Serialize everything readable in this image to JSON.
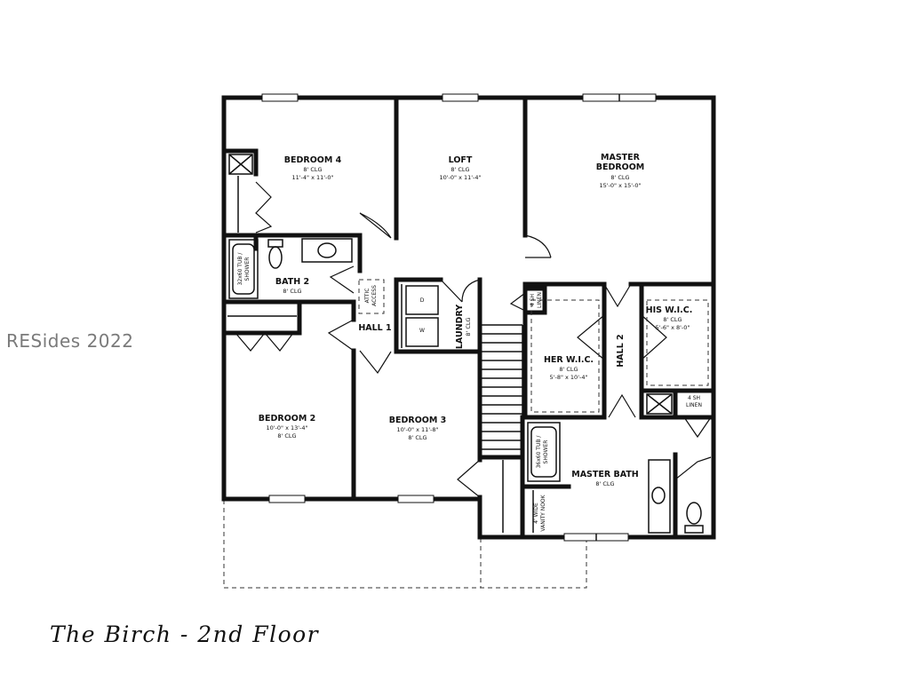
{
  "watermark": "RESides 2022",
  "caption": "The Birch - 2nd Floor",
  "rooms": {
    "bedroom4": {
      "name": "BEDROOM 4",
      "ceiling": "8' CLG",
      "size": "11'-4\" x 11'-0\""
    },
    "loft": {
      "name": "LOFT",
      "ceiling": "8' CLG",
      "size": "10'-0\" x 11'-4\""
    },
    "master_bedroom": {
      "name_1": "MASTER",
      "name_2": "BEDROOM",
      "ceiling": "8' CLG",
      "size": "15'-0\" x 15'-0\""
    },
    "bath2": {
      "name": "BATH 2",
      "ceiling": "8' CLG"
    },
    "hall1": {
      "name": "HALL 1"
    },
    "laundry": {
      "name": "LAUNDRY",
      "ceiling": "8' CLG"
    },
    "her_wic": {
      "name": "HER W.I.C.",
      "ceiling": "8' CLG",
      "size": "5'-8\" x 10'-4\""
    },
    "his_wic": {
      "name": "HIS W.I.C.",
      "ceiling": "8' CLG",
      "size": "5'-6\" x 8'-0\""
    },
    "hall2": {
      "name": "HALL 2"
    },
    "bedroom2": {
      "name": "BEDROOM 2",
      "size": "10'-0\" x 13'-4\"",
      "ceiling": "8' CLG"
    },
    "bedroom3": {
      "name": "BEDROOM 3",
      "size": "10'-0\" x 11'-8\"",
      "ceiling": "8' CLG"
    },
    "master_bath": {
      "name": "MASTER BATH",
      "ceiling": "8' CLG"
    }
  },
  "fixtures": {
    "attic_1": "ATTIC",
    "attic_2": "ACCESS",
    "linen_top_1": "4 SH",
    "linen_top_2": "LINEN",
    "linen_bottom_1": "4 SH",
    "linen_bottom_2": "LINEN",
    "tub_bath2_1": "32x60 TUB /",
    "tub_bath2_2": "SHOWER",
    "tub_master_1": "36x60 TUB /",
    "tub_master_2": "SHOWER",
    "vanity_1": "4' WIDE",
    "vanity_2": "VANITY NOOK",
    "washer": "W",
    "dryer": "D"
  }
}
